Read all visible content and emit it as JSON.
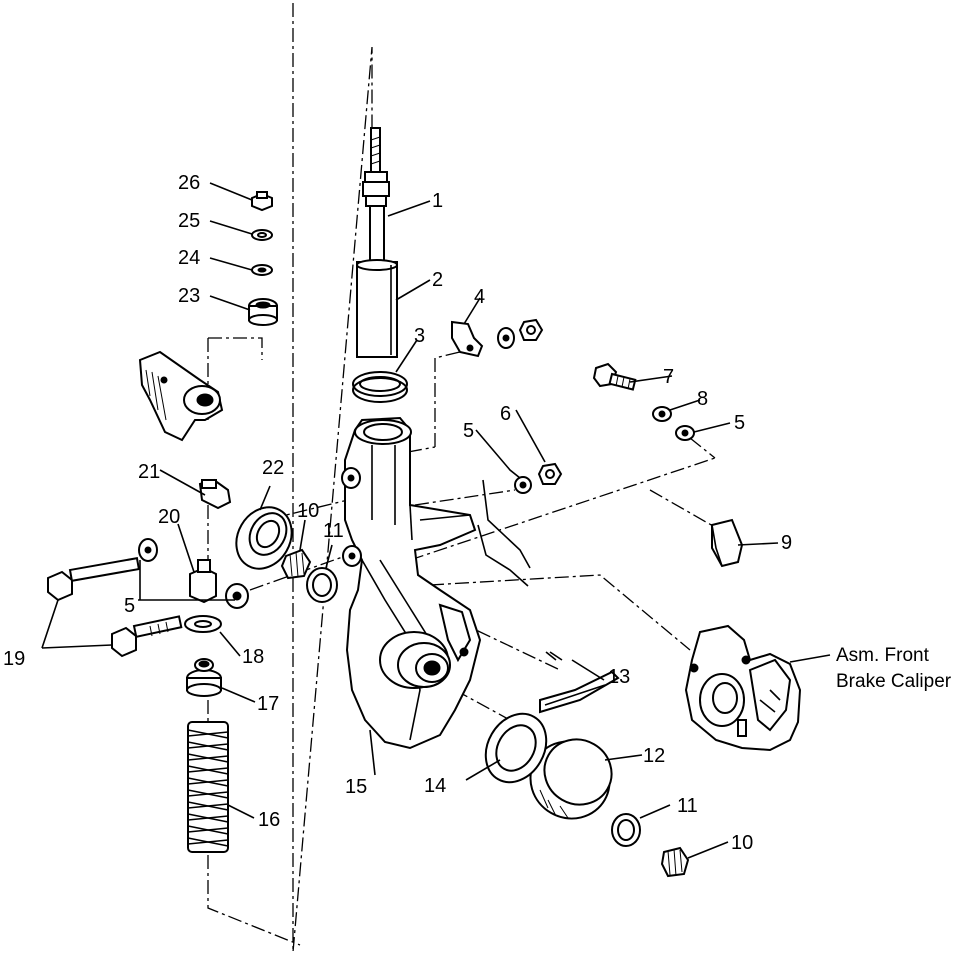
{
  "callouts": {
    "c1": "1",
    "c2": "2",
    "c3": "3",
    "c4": "4",
    "c5a": "5",
    "c5b": "5",
    "c5c": "5",
    "c6": "6",
    "c7": "7",
    "c8": "8",
    "c9": "9",
    "c10a": "10",
    "c10b": "10",
    "c11a": "11",
    "c11b": "11",
    "c12": "12",
    "c13": "13",
    "c14": "14",
    "c15": "15",
    "c16": "16",
    "c17": "17",
    "c18": "18",
    "c19": "19",
    "c20": "20",
    "c21": "21",
    "c22": "22",
    "c23": "23",
    "c24": "24",
    "c25": "25",
    "c26": "26"
  },
  "caption": {
    "line1": "Asm. Front",
    "line2": "Brake Caliper"
  }
}
